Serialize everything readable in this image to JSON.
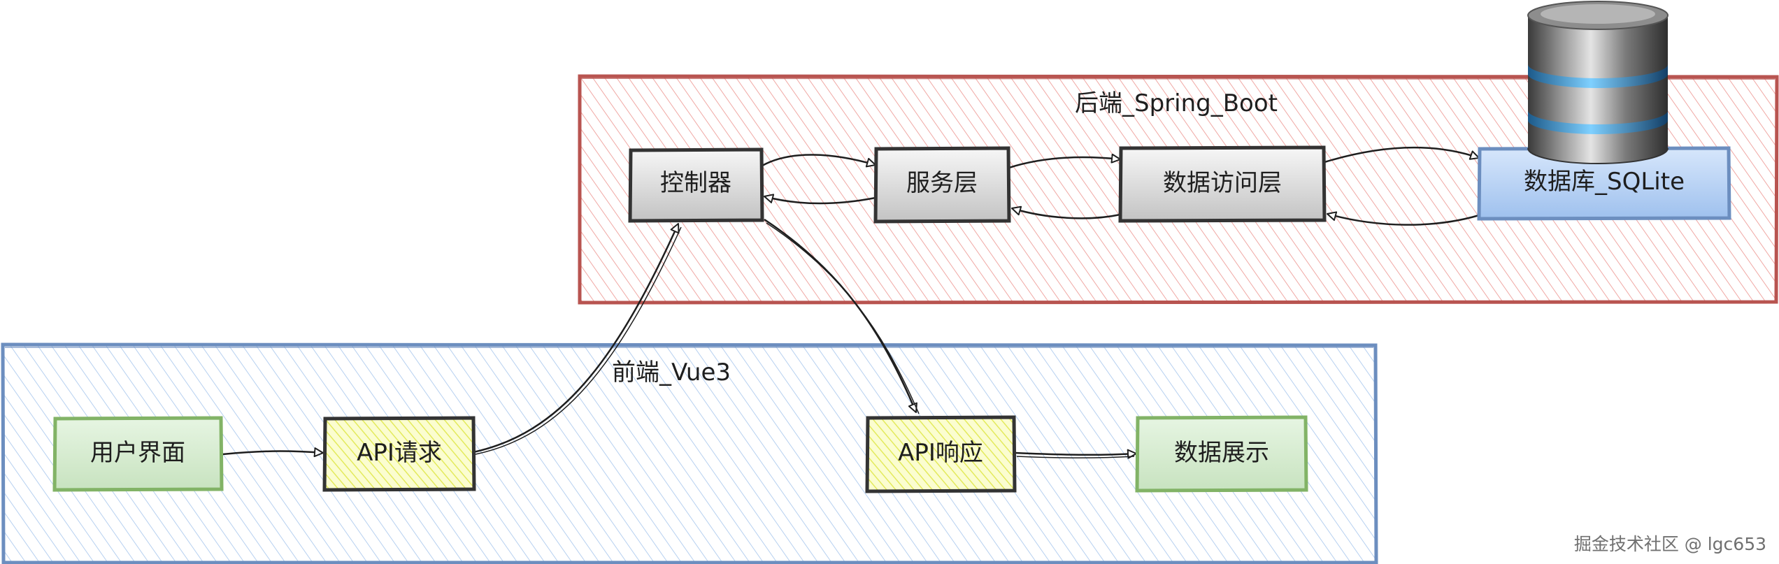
{
  "groups": {
    "backend": {
      "label": "后端_Spring_Boot"
    },
    "frontend": {
      "label": "前端_Vue3"
    }
  },
  "nodes": {
    "controller": {
      "label": "控制器"
    },
    "service": {
      "label": "服务层"
    },
    "dao": {
      "label": "数据访问层"
    },
    "database": {
      "label": "数据库_SQLite"
    },
    "ui": {
      "label": "用户界面"
    },
    "api_request": {
      "label": "API请求"
    },
    "api_response": {
      "label": "API响应"
    },
    "data_display": {
      "label": "数据展示"
    }
  },
  "icons": {
    "database": "database-cylinder-icon"
  },
  "watermark": "掘金技术社区 @ lgc653",
  "colors": {
    "backend_stroke": "#b85450",
    "backend_fill": "#f8cecc",
    "frontend_stroke": "#6c8ebf",
    "frontend_fill": "#dae8fc",
    "gray_fill": "#d9d9d9",
    "blue_fill": "#b9d1f1",
    "green_fill": "#d5e8d4",
    "green_stroke": "#82b366",
    "yellow_fill": "#f3f79a"
  }
}
